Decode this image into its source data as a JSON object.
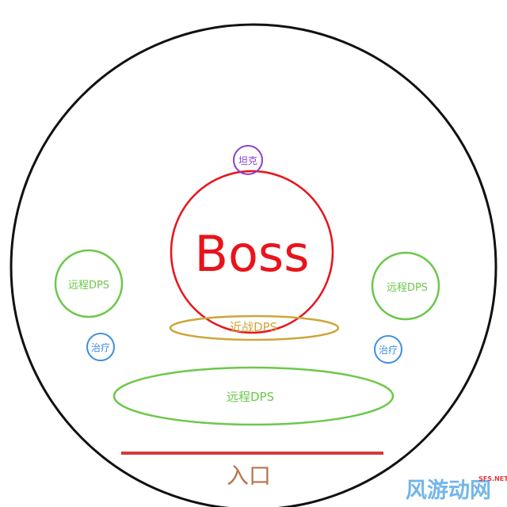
{
  "diagram": {
    "boss": {
      "label": "Boss",
      "color": "#e8141c"
    },
    "tank": {
      "label": "坦克",
      "color": "#8a3fd0"
    },
    "melee_dps": {
      "label": "近战DPS",
      "color": "#cda63a"
    },
    "ranged_dps_left": {
      "label": "远程DPS",
      "color": "#6cc84a"
    },
    "ranged_dps_right": {
      "label": "远程DPS",
      "color": "#6cc84a"
    },
    "ranged_dps_bottom": {
      "label": "远程DPS",
      "color": "#6cc84a"
    },
    "healer_left": {
      "label": "治疗",
      "color": "#3e8fe0"
    },
    "healer_right": {
      "label": "治疗",
      "color": "#3e8fe0"
    },
    "entrance": {
      "label": "入口",
      "color": "#b9734a",
      "line_color": "#d43a3a"
    },
    "arena": {
      "color": "#111111"
    }
  },
  "watermark": {
    "text": "风游动网",
    "sub": "SFS.NET",
    "color": "#5aa9e6"
  }
}
